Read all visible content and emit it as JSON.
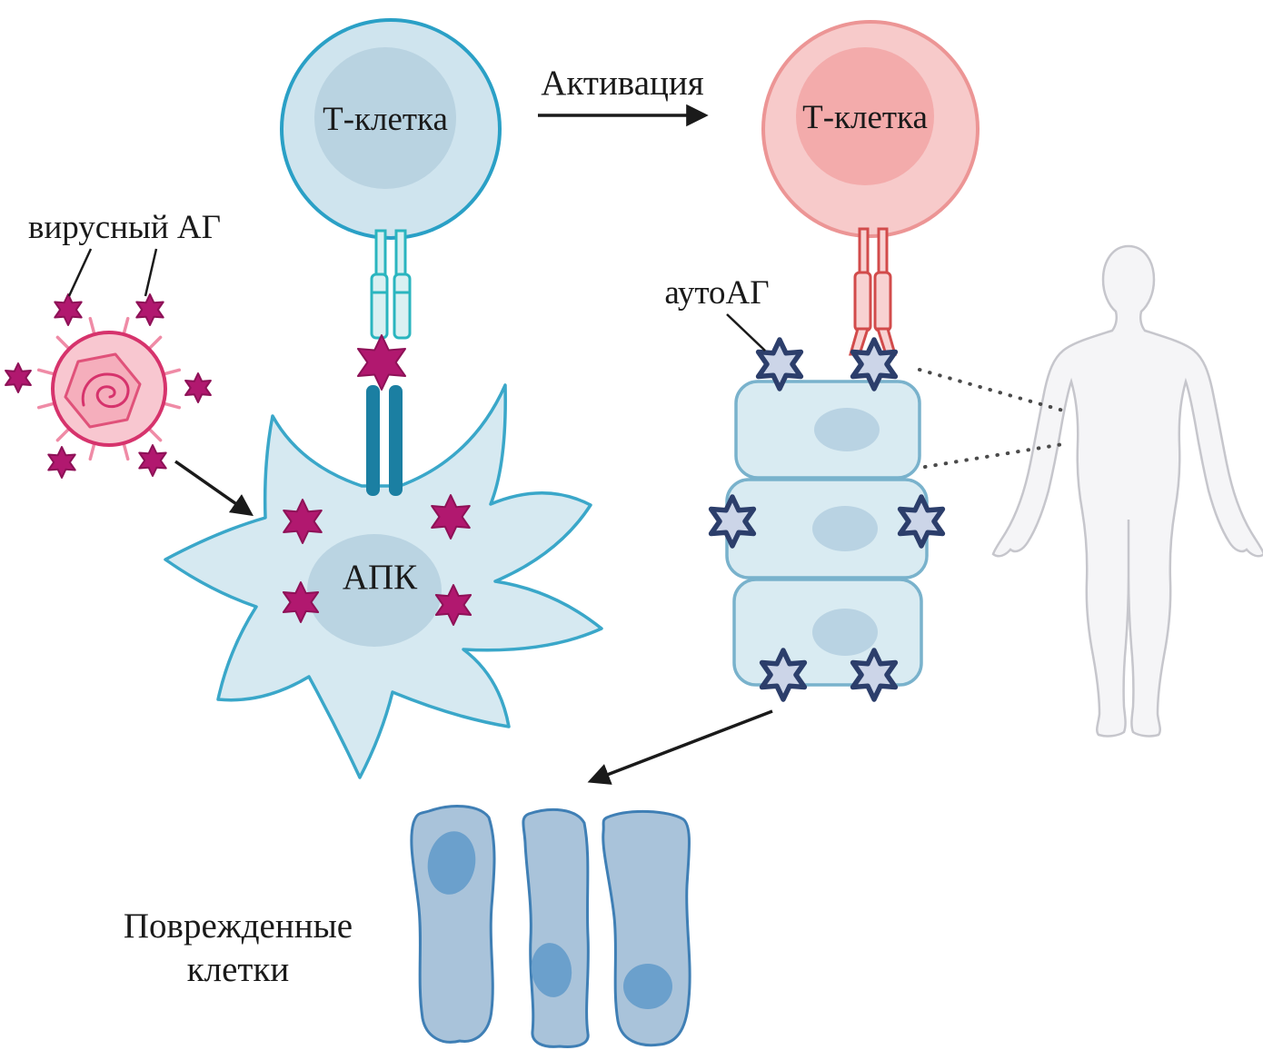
{
  "labels": {
    "t_cell_left": "Т-клетка",
    "t_cell_right": "Т-клетка",
    "activation": "Активация",
    "viral_antigen": "вирусный АГ",
    "apc": "АПК",
    "auto_antigen": "аутоАГ",
    "damaged_cells_line1": "Поврежденные",
    "damaged_cells_line2": "клетки"
  },
  "colors": {
    "t_cell_blue_fill": "#cfe4ee",
    "t_cell_blue_stroke": "#2aa0c6",
    "t_cell_pink_fill": "#f7caca",
    "t_cell_pink_stroke": "#ec9595",
    "antigen_magenta": "#b1186f",
    "auto_antigen_fill": "#ccd5e8",
    "auto_antigen_stroke": "#2c3e6b",
    "virus_membrane": "#f8c7d0",
    "virus_stroke": "#d6336c",
    "mhc_teal": "#1b7fa2",
    "tcr_teal": "#2ab5bf",
    "tcr_red": "#d24b4b",
    "tissue_fill": "#d9ebf2",
    "damaged_fill": "#a9c3da",
    "body_silhouette": "#f5f5f7",
    "text": "#1a1a1a"
  }
}
